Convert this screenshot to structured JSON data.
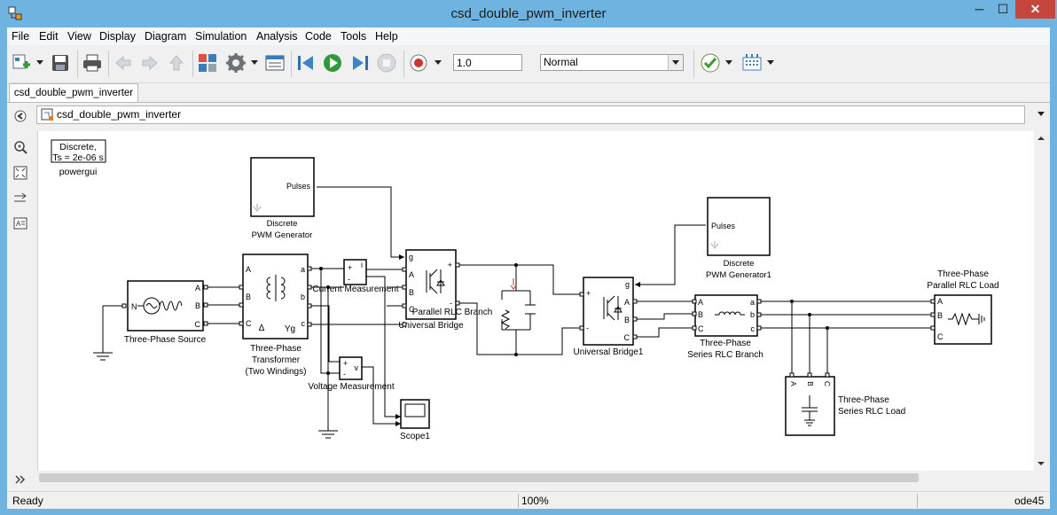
{
  "window": {
    "title": "csd_double_pwm_inverter",
    "min": "─",
    "max": "☐",
    "close": "✕"
  },
  "menu": [
    "File",
    "Edit",
    "View",
    "Display",
    "Diagram",
    "Simulation",
    "Analysis",
    "Code",
    "Tools",
    "Help"
  ],
  "toolbar": {
    "stop_time": "1.0",
    "sim_mode": "Normal"
  },
  "tab": {
    "label": "csd_double_pwm_inverter"
  },
  "address": {
    "path": "csd_double_pwm_inverter"
  },
  "diagram": {
    "powergui": {
      "line1": "Discrete,",
      "line2": "Ts = 2e-06 s",
      "label": "powergui"
    },
    "pwm1": {
      "port": "Pulses",
      "name1": "Discrete",
      "name2": "PWM Generator"
    },
    "pwm2": {
      "port": "Pulses",
      "name1": "Discrete",
      "name2": "PWM Generator1"
    },
    "source": {
      "label": "Three-Phase Source",
      "pN": "N",
      "pA": "A",
      "pB": "B",
      "pC": "C"
    },
    "transformer": {
      "name1": "Three-Phase",
      "name2": "Transformer",
      "name3": "(Two Windings)",
      "pA": "A",
      "pB": "B",
      "pC": "C",
      "pa": "a",
      "pb": "b",
      "pc": "c",
      "delta": "Δ",
      "yg": "Yg"
    },
    "current_meas": {
      "label": "Current Measurement",
      "plus": "+",
      "minus": "-",
      "i": "i"
    },
    "voltage_meas": {
      "label": "Voltage Measurement",
      "plus": "+",
      "minus": "-",
      "v": "v"
    },
    "bridge1": {
      "label": "Universal Bridge",
      "g": "g",
      "A": "A",
      "B": "B",
      "C": "C",
      "plus": "+",
      "minus": "-"
    },
    "prlc": {
      "label": "Parallel RLC Branch"
    },
    "bridge2": {
      "label": "Universal Bridge1",
      "g": "g",
      "A": "A",
      "B": "B",
      "C": "C",
      "plus": "+",
      "minus": "-"
    },
    "srlc": {
      "name1": "Three-Phase",
      "name2": "Series RLC Branch",
      "A": "A",
      "B": "B",
      "C": "C",
      "a": "a",
      "b": "b",
      "c": "c"
    },
    "plrlc": {
      "name1": "Three-Phase",
      "name2": "Parallel RLC Load",
      "A": "A",
      "B": "B",
      "C": "C"
    },
    "slrlc": {
      "name1": "Three-Phase",
      "name2": "Series RLC Load",
      "A": "A",
      "B": "B",
      "C": "C"
    },
    "scope": {
      "label": "Scope1"
    }
  },
  "status": {
    "state": "Ready",
    "zoom": "100%",
    "solver": "ode45"
  }
}
